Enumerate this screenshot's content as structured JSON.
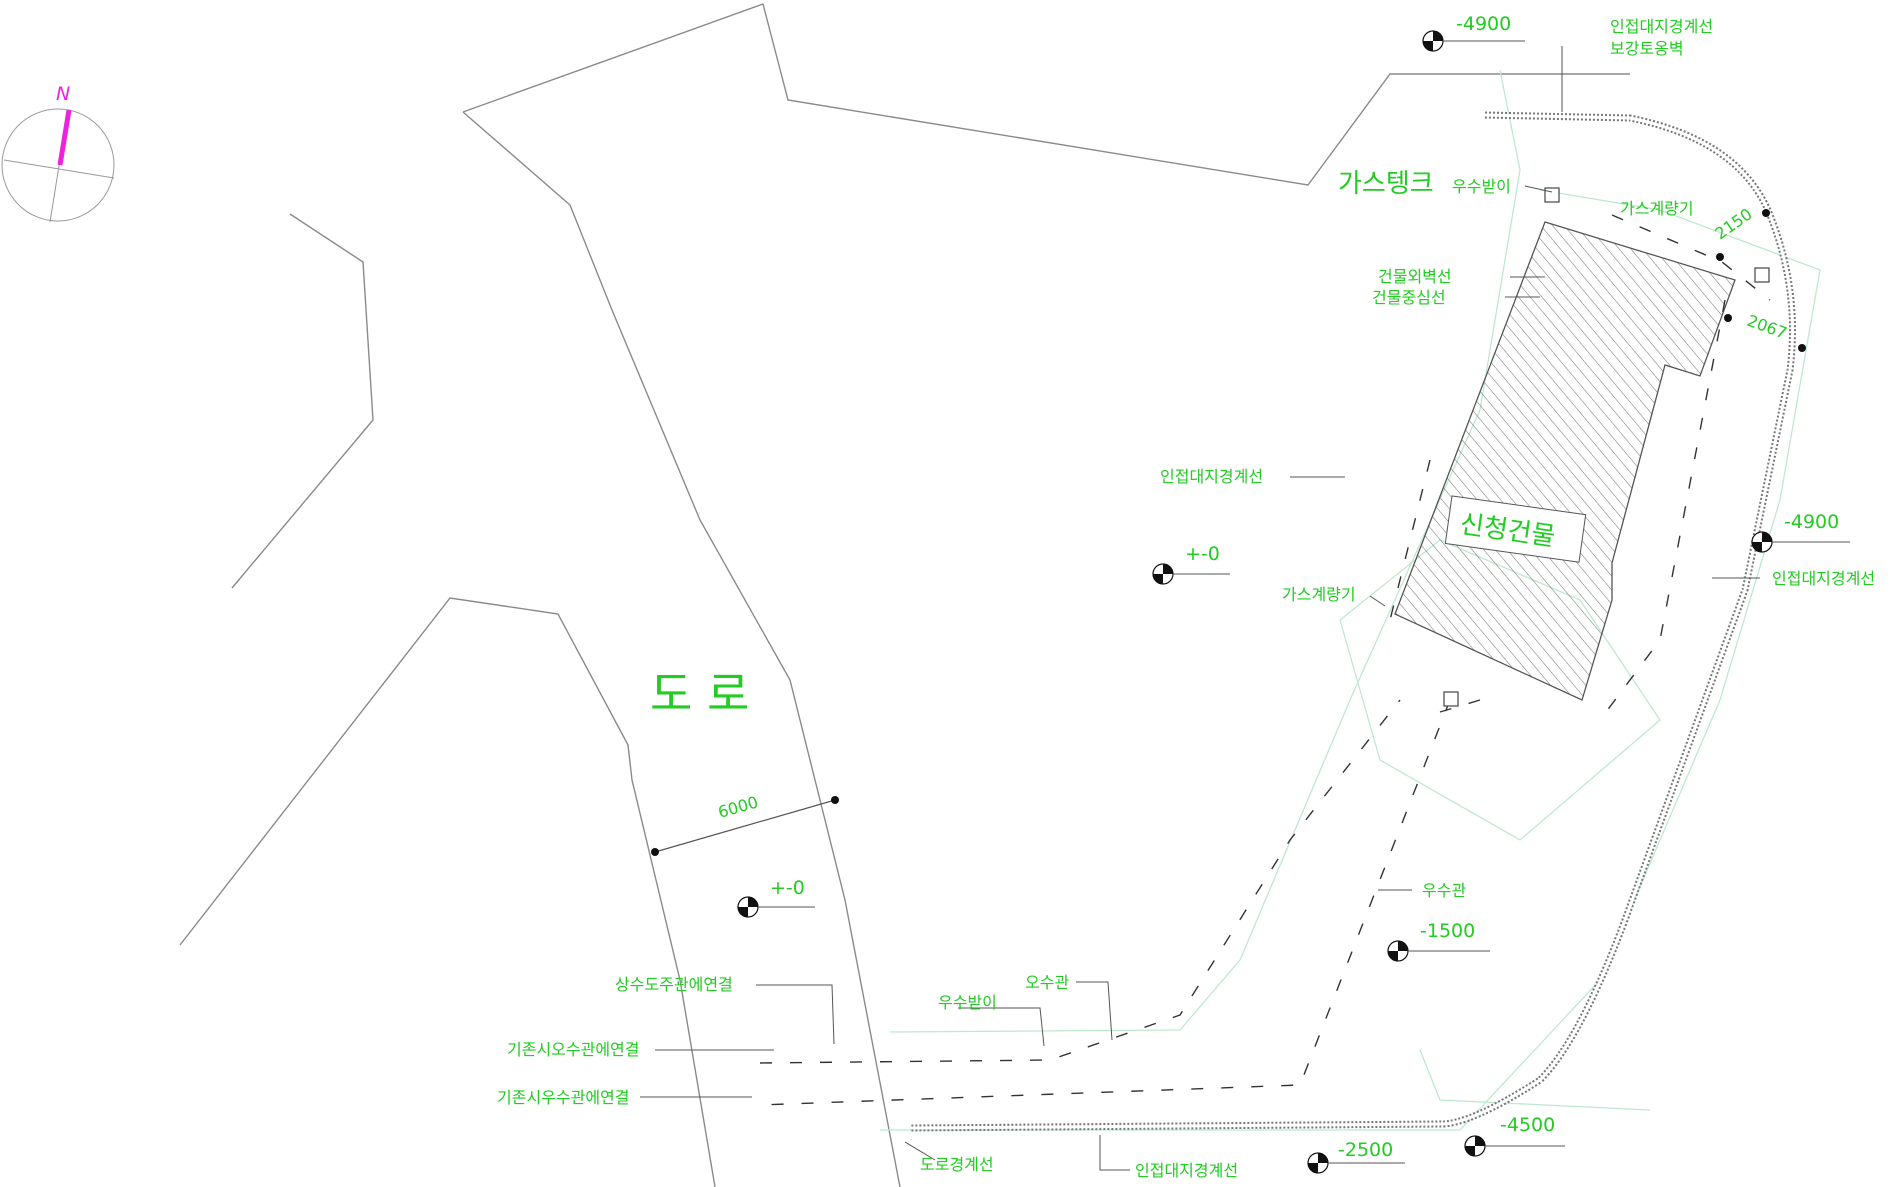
{
  "plan": {
    "road_label": "도 로",
    "road_width": "6000",
    "building_label": "신청건물",
    "gas_tank_label": "가스텡크",
    "labels": {
      "adjacent_boundary_top": "인접대지경계선",
      "retaining_wall": "보강토옹벽",
      "rain_catch_top": "우수받이",
      "gas_meter_top": "가스계량기",
      "building_outer_wall": "건물외벽선",
      "building_center": "건물중심선",
      "adjacent_boundary_left": "인접대지경계선",
      "gas_meter_mid": "가스계량기",
      "adjacent_boundary_right": "인접대지경계선",
      "storm_pipe": "우수관",
      "sewage_pipe": "오수관",
      "rain_catch_bottom": "우수받이",
      "water_main": "상수도주관에연결",
      "existing_sewage": "기존시오수관에연결",
      "existing_storm": "기존시우수관에연결",
      "road_boundary": "도로경계선",
      "adjacent_boundary_bottom": "인접대지경계선"
    },
    "dims": {
      "d_top": "2150",
      "d_right": "2067"
    },
    "levels": {
      "lv_top": "-4900",
      "lv_right": "-4900",
      "lv_center": "+-0",
      "lv_road": "+-0",
      "lv_1500": "-1500",
      "lv_4500": "-4500",
      "lv_2500": "-2500"
    },
    "north_label": "N",
    "colors": {
      "label": "#22cc22",
      "line": "#8a8a8a",
      "hatch": "#6e6e6e",
      "north": "#ee22dd",
      "pipe": "#333333",
      "light": "#c8ecd8"
    }
  }
}
